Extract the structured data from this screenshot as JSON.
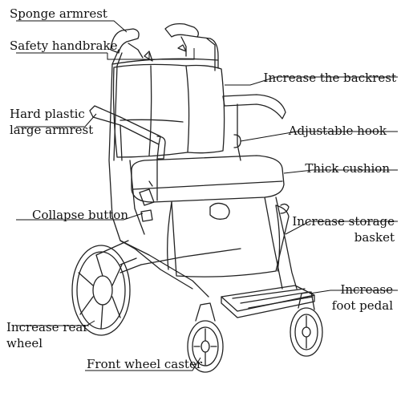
{
  "labels": {
    "sponge_armrest": "Sponge armrest",
    "safety_handbrake": "Safety handbrake",
    "hard_plastic_l1": "Hard plastic",
    "hard_plastic_l2": "large armrest",
    "collapse_button": "Collapse button",
    "increase_rear_l1": "Increase rear",
    "increase_rear_l2": "wheel",
    "front_wheel_caster": "Front wheel caster",
    "increase_backrest": "Increase the backrest",
    "adjustable_hook": "Adjustable hook",
    "thick_cushion": "Thick cushion",
    "storage_l1": "Increase storage",
    "storage_l2": "basket",
    "foot_l1": "Increase",
    "foot_l2": "foot pedal"
  },
  "colors": {
    "line": "#111111",
    "background": "#ffffff"
  }
}
